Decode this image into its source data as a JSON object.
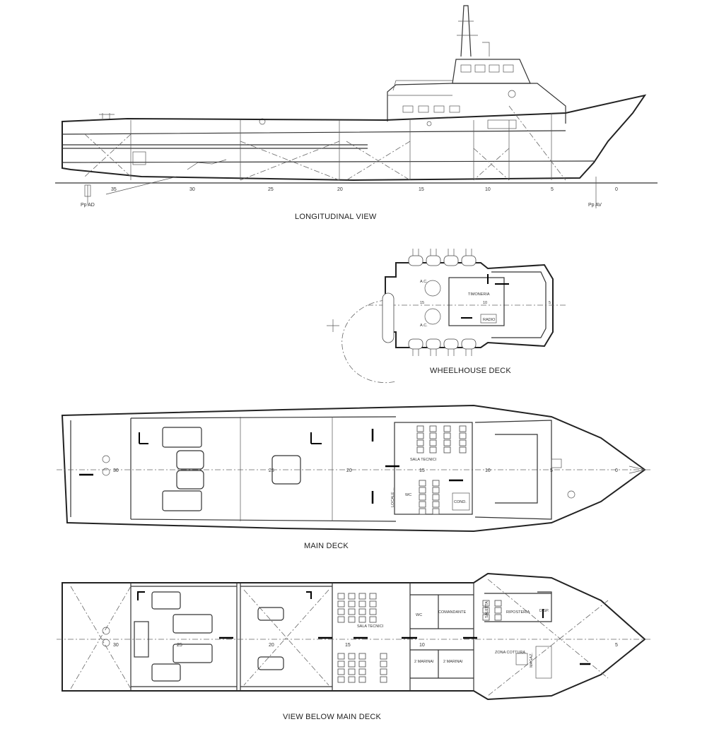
{
  "views": {
    "longitudinal": {
      "title": "LONGITUDINAL VIEW",
      "frame_ticks": [
        "35",
        "30",
        "25",
        "20",
        "15",
        "10",
        "5",
        "0"
      ],
      "perpendicular_aft": "Pp AD",
      "perpendicular_fwd": "Pp AV"
    },
    "wheelhouse": {
      "title": "WHEELHOUSE DECK",
      "rooms": {
        "timoneria": "TIMONERIA",
        "radio": "RADIO",
        "ac_top": "A.C.",
        "ac_bottom": "A.C.",
        "frame_left": "15",
        "frame_right": "10",
        "frame_fwd": "5"
      }
    },
    "main_deck": {
      "title": "MAIN DECK",
      "rooms": {
        "sala_tecnici": "SALA TECNICI",
        "wc": "WC",
        "cond": "COND.",
        "locale": "LOCALE ..."
      },
      "frame_ticks": [
        "30",
        "25",
        "20",
        "15",
        "10",
        "5",
        "0"
      ]
    },
    "below_main_deck": {
      "title": "VIEW BELOW MAIN DECK",
      "rooms": {
        "sala_tecnici": "SALA TECNICI",
        "wc": "WC",
        "comandante": "COMANDANTE",
        "marinai_1": "2 MARINAI",
        "marinai_2": "2 MARINAI",
        "saletta": "SALETTA",
        "riposteria": "RIPOSTERIA",
        "disp": "DISP.",
        "zona_cottura": "ZONA COTTURA",
        "magazzino": "MAGAZ."
      },
      "frame_ticks": [
        "30",
        "25",
        "20",
        "15",
        "10",
        "5"
      ]
    }
  }
}
